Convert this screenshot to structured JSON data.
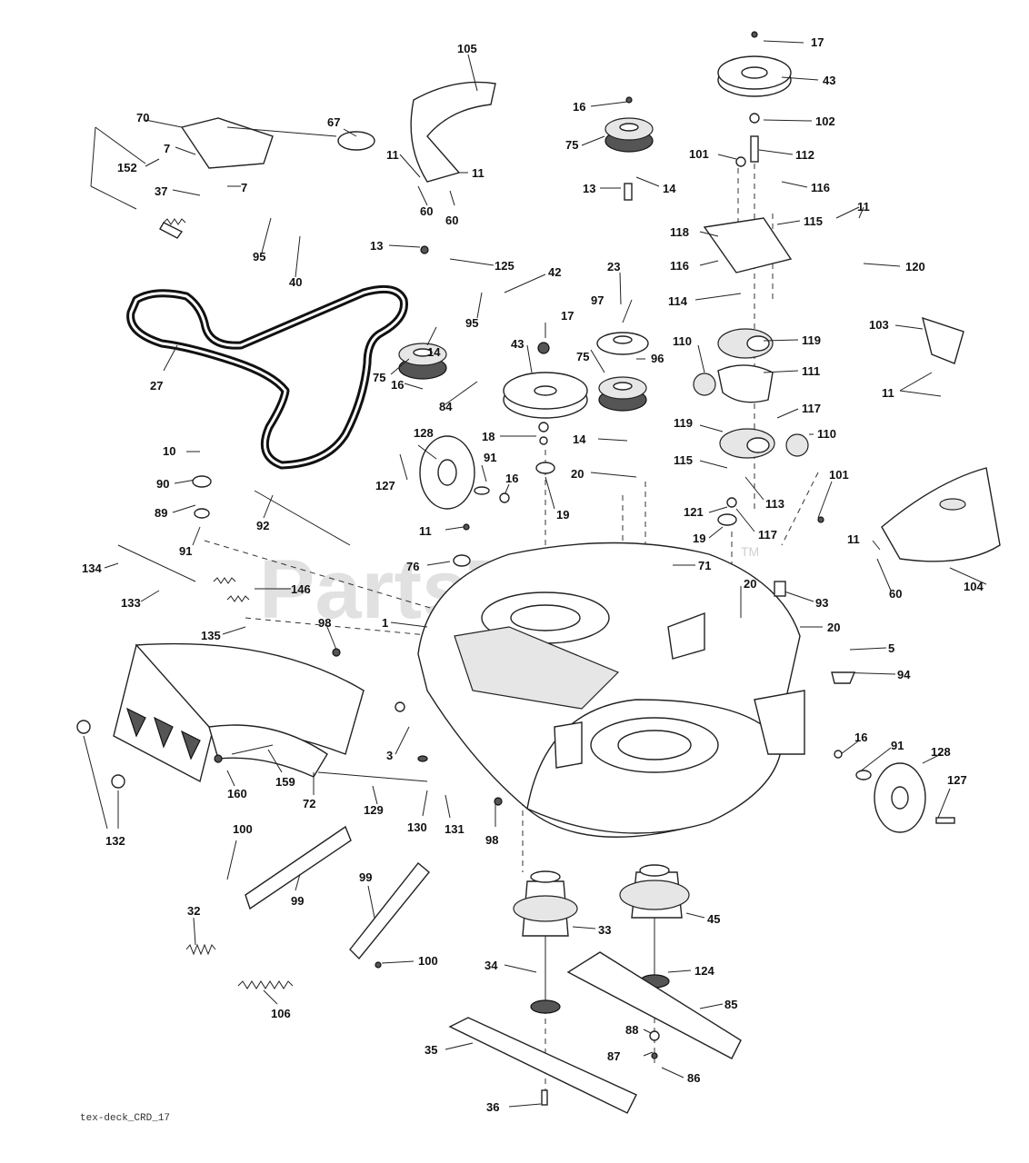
{
  "watermark": {
    "text": "PartsTree",
    "trademark": "TM"
  },
  "drawing_code": "tex-deck_CRD_17",
  "callouts": [
    "17",
    "43",
    "102",
    "112",
    "101",
    "116",
    "115",
    "11",
    "120",
    "118",
    "116",
    "114",
    "119",
    "110",
    "111",
    "117",
    "119",
    "110",
    "115",
    "113",
    "121",
    "117",
    "19",
    "101",
    "103",
    "11",
    "104",
    "60",
    "11",
    "16",
    "75",
    "14",
    "13",
    "105",
    "11",
    "11",
    "60",
    "60",
    "67",
    "70",
    "7",
    "152",
    "37",
    "7",
    "95",
    "40",
    "13",
    "125",
    "42",
    "95",
    "14",
    "75",
    "16",
    "84",
    "23",
    "97",
    "96",
    "17",
    "43",
    "75",
    "18",
    "14",
    "128",
    "127",
    "91",
    "16",
    "19",
    "20",
    "10",
    "90",
    "89",
    "92",
    "91",
    "134",
    "133",
    "146",
    "135",
    "76",
    "11",
    "71",
    "20",
    "93",
    "20",
    "5",
    "94",
    "1",
    "98",
    "3",
    "159",
    "160",
    "72",
    "129",
    "130",
    "131",
    "98",
    "132",
    "100",
    "99",
    "99",
    "32",
    "100",
    "106",
    "33",
    "45",
    "34",
    "124",
    "85",
    "35",
    "88",
    "87",
    "86",
    "36",
    "16",
    "91",
    "128",
    "127",
    "27"
  ]
}
